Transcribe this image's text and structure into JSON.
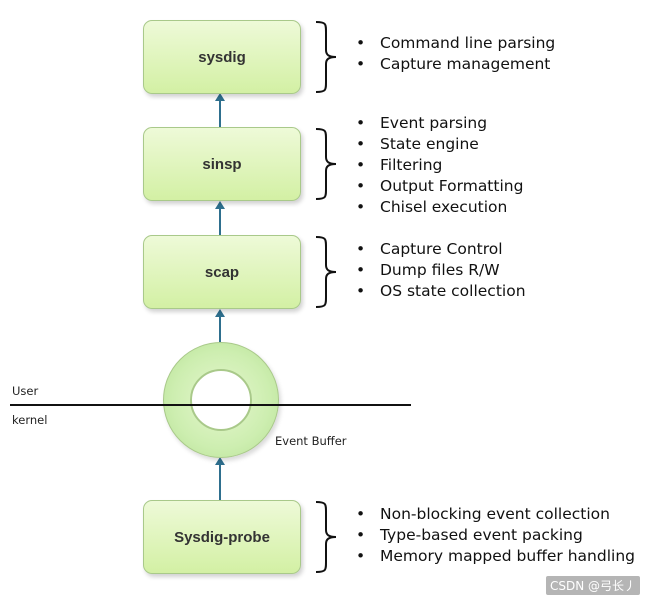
{
  "layers": [
    {
      "name": "sysdig",
      "features": [
        "Command line parsing",
        "Capture management"
      ]
    },
    {
      "name": "sinsp",
      "features": [
        "Event parsing",
        "State engine",
        "Filtering",
        "Output Formatting",
        "Chisel execution"
      ]
    },
    {
      "name": "scap",
      "features": [
        "Capture Control",
        "Dump files R/W",
        "OS state collection"
      ]
    },
    {
      "name": "Sysdig-probe",
      "features": [
        "Non-blocking event collection",
        "Type-based event packing",
        "Memory mapped buffer handling"
      ]
    }
  ],
  "buffer": {
    "label": "Event Buffer"
  },
  "space": {
    "user_label": "User",
    "kernel_label": "kernel"
  },
  "watermark": "CSDN @弓长丿",
  "colors": {
    "box_fill": "#d3f0a4",
    "box_border": "#a9c98a",
    "arrow": "#2e6f8e"
  }
}
